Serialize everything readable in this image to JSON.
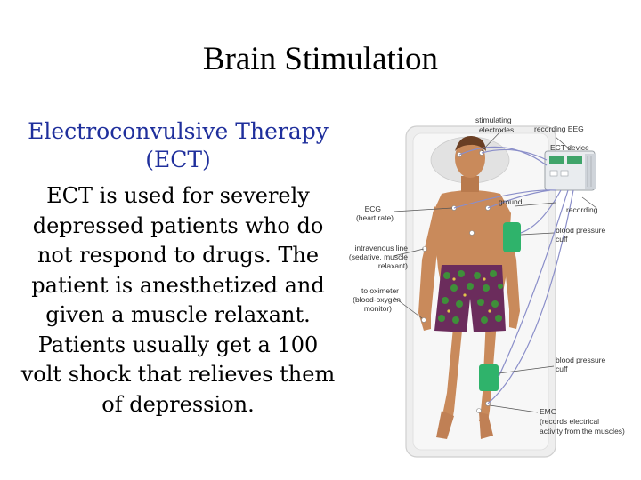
{
  "title": "Brain Stimulation",
  "subtitle": {
    "line1": "Electroconvulsive Therapy",
    "line2": "(ECT)"
  },
  "body_text": "ECT is used for severely depressed patients who do not respond to drugs. The patient is anesthetized and given a muscle relaxant. Patients usually get a 100 volt shock that relieves them of depression.",
  "figure": {
    "labels": {
      "stimulating_1": "stimulating",
      "stimulating_2": "electrodes",
      "recording_eeg": "recording EEG",
      "ect_device": "ECT device",
      "ground": "ground",
      "recording": "recording",
      "ecg_1": "ECG",
      "ecg_2": "(heart rate)",
      "bp_cuff_upper_1": "blood pressure",
      "bp_cuff_upper_2": "cuff",
      "iv_1": "intravenous line",
      "iv_2": "(sedative, muscle",
      "iv_3": "relaxant)",
      "ox_1": "to oximeter",
      "ox_2": "(blood-oxygen",
      "ox_3": "monitor)",
      "bp_cuff_lower_1": "blood pressure",
      "bp_cuff_lower_2": "cuff",
      "emg_1": "EMG",
      "emg_2": "(records electrical",
      "emg_3": "activity from the muscles)"
    },
    "colors": {
      "skin": "#c98a5b",
      "shorts_base": "#6b2c5c",
      "shorts_pattern": "#3f8f3a",
      "cuff": "#2fb36b",
      "cable": "#8a8ec9",
      "label_text": "#333333",
      "mat": "#eeeeee"
    }
  }
}
